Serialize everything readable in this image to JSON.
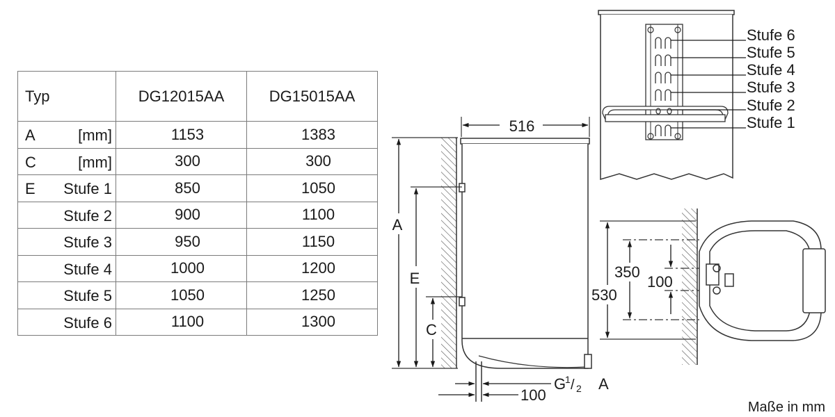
{
  "table": {
    "header": [
      "Typ",
      "DG12015AA",
      "DG15015AA"
    ],
    "rows": [
      {
        "prefix": "A",
        "label": "[mm]",
        "v1": "1153",
        "v2": "1383"
      },
      {
        "prefix": "C",
        "label": "[mm]",
        "v1": "300",
        "v2": "300"
      },
      {
        "prefix": "E",
        "label": "Stufe 1",
        "v1": "850",
        "v2": "1050"
      },
      {
        "prefix": "",
        "label": "Stufe 2",
        "v1": "900",
        "v2": "1100"
      },
      {
        "prefix": "",
        "label": "Stufe 3",
        "v1": "950",
        "v2": "1150"
      },
      {
        "prefix": "",
        "label": "Stufe 4",
        "v1": "1000",
        "v2": "1200"
      },
      {
        "prefix": "",
        "label": "Stufe 5",
        "v1": "1050",
        "v2": "1250"
      },
      {
        "prefix": "",
        "label": "Stufe 6",
        "v1": "1100",
        "v2": "1300"
      }
    ]
  },
  "side_view": {
    "width": "516",
    "label_a": "A",
    "label_e": "E",
    "label_c": "C",
    "bottom_offset": "100",
    "connection_g": "G",
    "connection_frac_num": "1",
    "connection_frac_den": "2",
    "connection_suffix": "A"
  },
  "bracket_view": {
    "levels": [
      "Stufe 6",
      "Stufe 5",
      "Stufe 4",
      "Stufe 3",
      "Stufe 2",
      "Stufe 1"
    ]
  },
  "top_view": {
    "dim_530": "530",
    "dim_350": "350",
    "dim_100": "100"
  },
  "footer": {
    "units_note": "Maße in mm"
  }
}
